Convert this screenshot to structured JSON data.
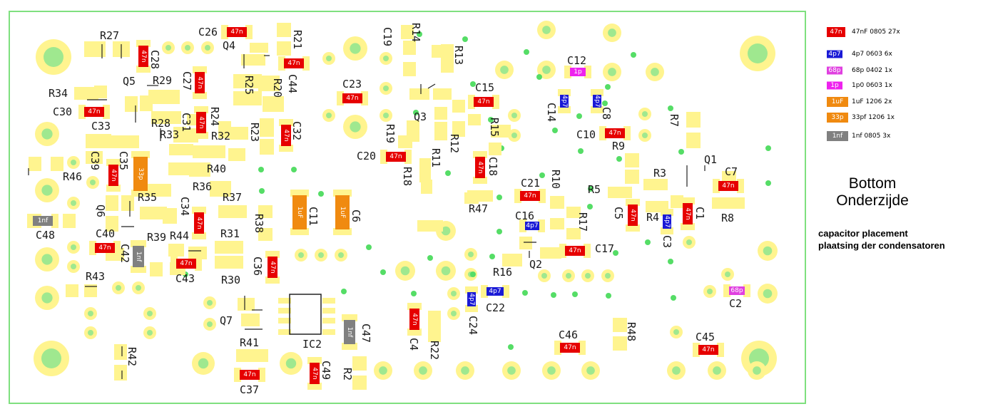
{
  "title": {
    "line1": "Bottom",
    "line2": "Onderzijde"
  },
  "subtitle": {
    "line1": "capacitor placement",
    "line2": "plaatsing der condensatoren"
  },
  "colors": {
    "board_outline": "#7fe07f",
    "pad": "#fff48f",
    "hole": "#9fe88f",
    "via": "#55dd66",
    "cap_47n": "#e60000",
    "cap_4p7": "#1a1ad6",
    "cap_68p": "#e040e0",
    "cap_1p": "#ee22ee",
    "cap_1uF": "#f08a10",
    "cap_33p": "#f08a10",
    "cap_1nf": "#808080"
  },
  "legend": [
    {
      "tag": "47n",
      "desc": "47nF 0805   27x",
      "color": "#e60000"
    },
    {
      "tag": "4p7",
      "desc": "4p7 0603    6x",
      "color": "#1a1ad6"
    },
    {
      "tag": "68p",
      "desc": "68p 0402    1x",
      "color": "#e040e0"
    },
    {
      "tag": "1p",
      "desc": "1p0 0603    1x",
      "color": "#ee22ee"
    },
    {
      "tag": "1uF",
      "desc": "1uF 1206 2x",
      "color": "#f08a10"
    },
    {
      "tag": "33p",
      "desc": "33pf 1206 1x",
      "color": "#f08a10"
    },
    {
      "tag": "1nf",
      "desc": "1nf 0805 3x",
      "color": "#808080"
    }
  ],
  "designators": [
    "R27",
    "C28",
    "C26",
    "R21",
    "Q4",
    "C19",
    "R14",
    "R13",
    "C12",
    "R34",
    "Q5",
    "R29",
    "C27",
    "R25",
    "R20",
    "C44",
    "C23",
    "C15",
    "C14",
    "C8",
    "C30",
    "C33",
    "R28",
    "R33",
    "C31",
    "R24",
    "R32",
    "R23",
    "C32",
    "R19",
    "Q3",
    "R11",
    "R12",
    "R15",
    "C10",
    "R9",
    "R7",
    "C39",
    "C35",
    "R46",
    "R40",
    "R36",
    "R35",
    "C20",
    "R18",
    "C18",
    "Q1",
    "R3",
    "C7",
    "R5",
    "Q6",
    "C34",
    "R37",
    "C11",
    "C6",
    "R47",
    "C21",
    "R10",
    "C5",
    "R4",
    "C1",
    "R8",
    "C48",
    "C40",
    "R39",
    "R44",
    "R31",
    "R38",
    "C16",
    "R17",
    "C3",
    "C42",
    "C43",
    "R30",
    "C36",
    "Q2",
    "C17",
    "R16",
    "R43",
    "C22",
    "C2",
    "Q7",
    "C24",
    "C4",
    "R22",
    "IC2",
    "C47",
    "R41",
    "C46",
    "R48",
    "C45",
    "R42",
    "C49",
    "R2",
    "C37"
  ],
  "capacitor_values": [
    "47n",
    "4p7",
    "68p",
    "1p",
    "1uF",
    "33p",
    "1nf"
  ]
}
